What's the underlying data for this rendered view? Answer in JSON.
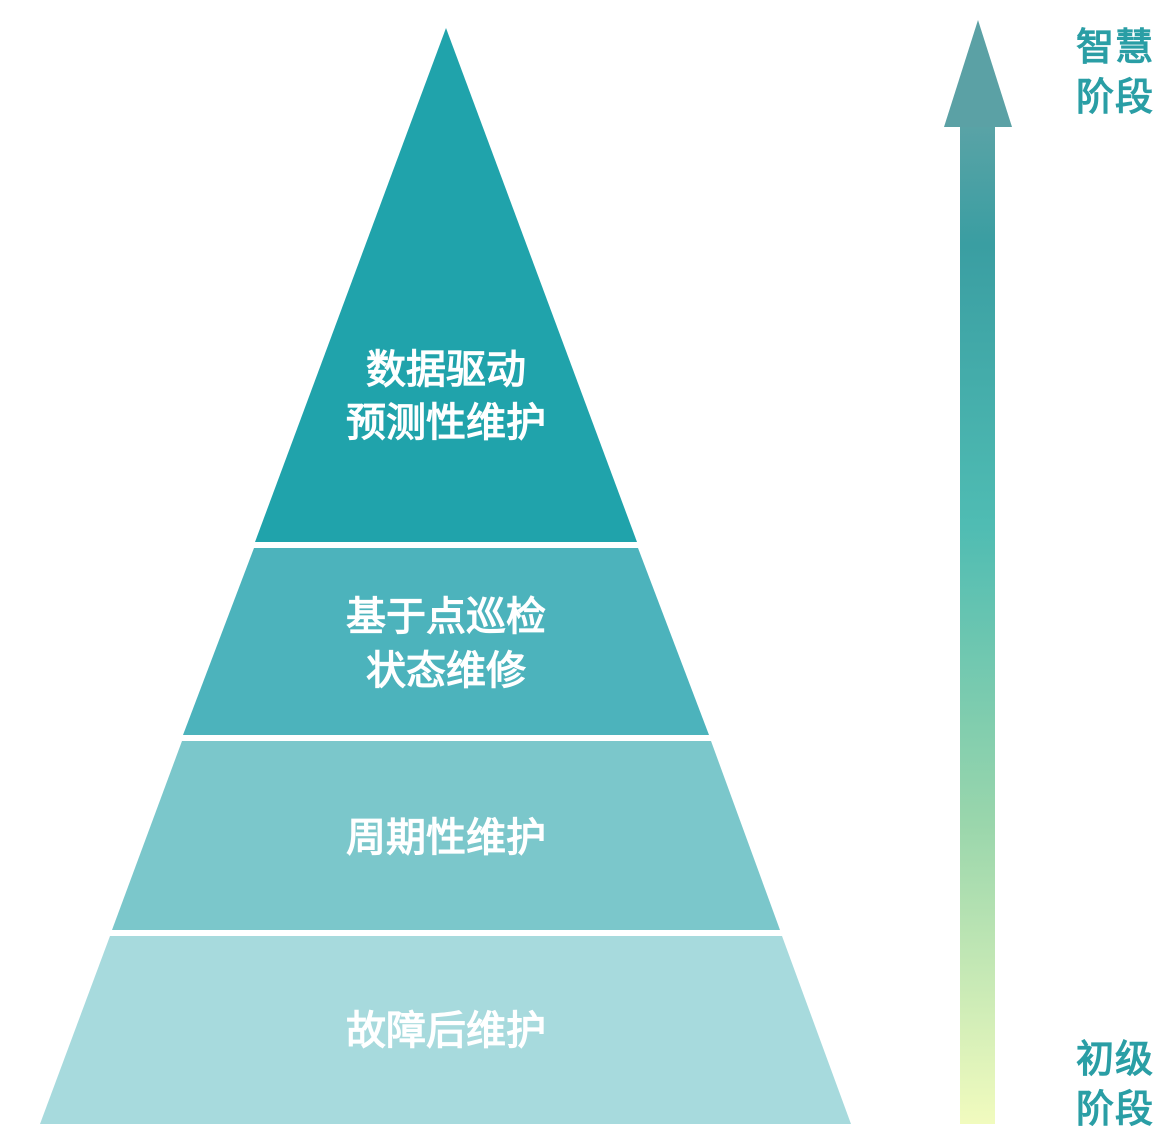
{
  "pyramid": {
    "tiers": [
      {
        "lines": [
          "数据驱动",
          "预测性维护"
        ],
        "color": "#20a3ab"
      },
      {
        "lines": [
          "基于点巡检",
          "状态维修"
        ],
        "color": "#4cb3bc"
      },
      {
        "lines": [
          "周期性维护"
        ],
        "color": "#7bc7cb"
      },
      {
        "lines": [
          "故障后维护"
        ],
        "color": "#a7dadd"
      }
    ]
  },
  "arrow": {
    "top_color": "#5aa3a6",
    "bottom_color": "#f1fbbe"
  },
  "stages": {
    "top": {
      "line1": "智慧",
      "line2": "阶段"
    },
    "bottom": {
      "line1": "初级",
      "line2": "阶段"
    }
  }
}
